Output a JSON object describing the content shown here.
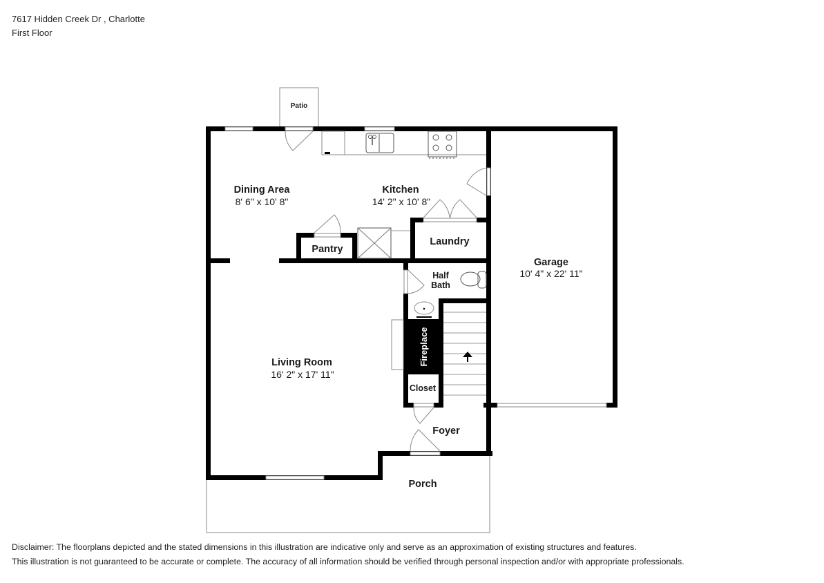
{
  "header": {
    "address": "7617 Hidden Creek Dr , Charlotte",
    "floor": "First Floor"
  },
  "rooms": {
    "patio": {
      "name": "Patio"
    },
    "dining": {
      "name": "Dining Area",
      "dimensions": "8' 6\" x 10' 8\""
    },
    "kitchen": {
      "name": "Kitchen",
      "dimensions": "14' 2\" x 10' 8\""
    },
    "pantry": {
      "name": "Pantry"
    },
    "laundry": {
      "name": "Laundry"
    },
    "half_bath": {
      "name_line1": "Half",
      "name_line2": "Bath"
    },
    "garage": {
      "name": "Garage",
      "dimensions": "10' 4\" x 22' 11\""
    },
    "living": {
      "name": "Living Room",
      "dimensions": "16' 2\" x 17' 11\""
    },
    "fireplace": {
      "name": "Fireplace"
    },
    "closet": {
      "name": "Closet"
    },
    "foyer": {
      "name": "Foyer"
    },
    "porch": {
      "name": "Porch"
    }
  },
  "symbols": {
    "stairs_direction": "up-arrow-icon"
  },
  "disclaimer": {
    "line1": "Disclaimer: The floorplans depicted and the stated dimensions in this illustration are indicative only and serve as an approximation of existing structures and features.",
    "line2": "This illustration is not guaranteed to be accurate or complete. The accuracy of all information should be verified through personal inspection and/or with appropriate professionals."
  },
  "colors": {
    "wall": "#000000",
    "background": "#ffffff",
    "fixture_line": "#8a8a8a"
  }
}
